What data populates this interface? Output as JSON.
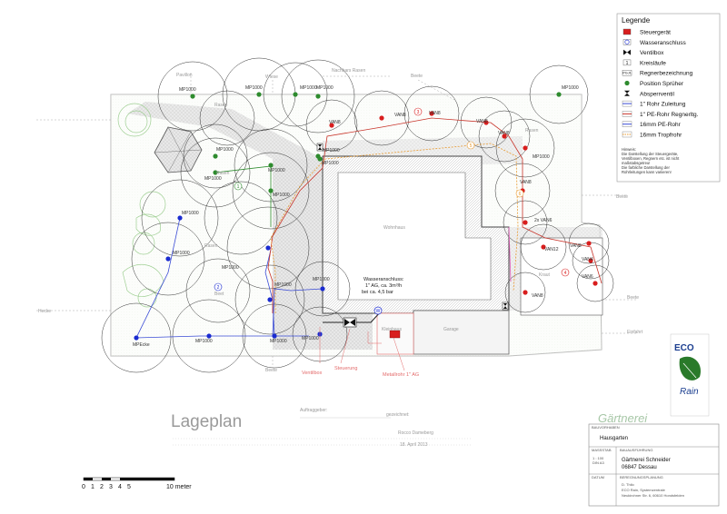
{
  "legend": {
    "title": "Legende",
    "items": [
      "Steuergerät",
      "Wasseranschluss",
      "Ventilbox",
      "Kreisläufe",
      "Regnerbezeichnung",
      "Position Sprüher",
      "Absperrventil",
      "1\" Rohr Zuleitung",
      "1\" PE-Rohr Regnerltg.",
      "16mm PE-Rohr",
      "16mm Tropfrohr"
    ],
    "regner_sample": "PGJ1",
    "note": [
      "Hinweis:",
      "Die Darstellung der Steuergeräte,",
      "Ventilboxen, Regnern etc. ist nicht",
      "maßstabsgetreu!",
      "Die farbliche Darstellung der",
      "Rohrleitungen kann variieren!"
    ]
  },
  "site_labels": {
    "pavillon": "Pavillon",
    "wiese": "Wiese",
    "nachbars_rasen": "Nachbars Rasen",
    "beete_top": "Beete",
    "beete_right": "Beete",
    "beete_right2": "Beete",
    "beete_bottom": "Beete",
    "hecke": "Hecke",
    "einfahrt": "Einfahrt",
    "wohnhaus": "Wohnhaus",
    "garage": "Garage",
    "kleinhaus": "Kleinhaus",
    "rasen_left": "Rasen",
    "rasen_top": "Rasen",
    "rasen_mid": "Rasen",
    "rasen_right": "Rasen",
    "kraut": "Kraut",
    "beet_left": "Beet",
    "ventilbox": "Ventilbox",
    "steuerung": "Steuerung",
    "metallrohr": "Metallrohr 1\" AG",
    "wasseranschluss": [
      "Wasseranschluss:",
      "1\" AG, ca. 3m³/h",
      "bei ca. 4,5 bar"
    ]
  },
  "sprinklers_green": [
    {
      "label": "MP1000"
    },
    {
      "label": "MP1000"
    },
    {
      "label": "MP1000"
    },
    {
      "label": "MP1000"
    },
    {
      "label": "MP1000"
    },
    {
      "label": "MP1000"
    },
    {
      "label": "MP1000"
    },
    {
      "label": "MP1000"
    },
    {
      "label": "MP1000"
    },
    {
      "label": "MP1000"
    },
    {
      "label": "MP1000"
    }
  ],
  "sprinklers_blue": [
    {
      "label": "MP1000"
    },
    {
      "label": "MP1000"
    },
    {
      "label": "MP1000"
    },
    {
      "label": "MP1000"
    },
    {
      "label": "MP1000"
    },
    {
      "label": "MP1000"
    },
    {
      "label": "MP1000"
    },
    {
      "label": "MP1000"
    },
    {
      "label": "MPEcke"
    }
  ],
  "sprinklers_red": [
    {
      "label": "VAN8"
    },
    {
      "label": "VAN8"
    },
    {
      "label": "VAN8"
    },
    {
      "label": "VAN8"
    },
    {
      "label": "VAN8"
    },
    {
      "label": "MP1000"
    },
    {
      "label": "VAN8"
    },
    {
      "label": "2x VAN6"
    },
    {
      "label": "VAN12"
    },
    {
      "label": "VAN8"
    },
    {
      "label": "VAN4"
    },
    {
      "label": "VAN6"
    },
    {
      "label": "VAN8"
    }
  ],
  "circuits": [
    "1",
    "2",
    "3",
    "4",
    "5",
    "6"
  ],
  "title_block": {
    "big_title": "Lageplan",
    "auftraggeber_label": "Auftraggeber:",
    "gezeichnet_label": "gezeichnet:",
    "gezeichnet_name": "Rocco Dameberg",
    "gezeichnet_date": "18. April 2013",
    "bauvorhaben_label": "BAUVORHABEN",
    "bauvorhaben": "Hausgarten",
    "massstab_label": "MASSSTAB",
    "massstab": [
      "1 : 100",
      "DIN A3"
    ],
    "bauausfuehrung_label": "BAUAUSFÜHRUNG",
    "bauausfuehrung": [
      "Gärtnerei Schneider",
      "06847 Dessau"
    ],
    "datum_label": "DATUM",
    "beregnungsplanung_label": "BEREGNUNGSPLANUNG",
    "beregnungsplanung": [
      "D. Thilo",
      "ECO Rain, Systemzentrale",
      "Neukirchner Str. 6, 60610 Hondsfelden"
    ],
    "logo_text": [
      "ECO",
      "Rain"
    ],
    "brand_text": "Gärtnerei"
  },
  "scale_bar": {
    "ticks": [
      "0",
      "1",
      "2",
      "3",
      "4",
      "5"
    ],
    "end_label": "10 meter"
  },
  "colors": {
    "green_dot": "#2e8b2e",
    "blue_dot": "#1a2bd0",
    "red_dot": "#d81e1e",
    "pipe_blue": "#3a4bd6",
    "pipe_red": "#c8342a",
    "pipe_orange": "#e89a30",
    "pipe_pink": "#e05ab8"
  }
}
